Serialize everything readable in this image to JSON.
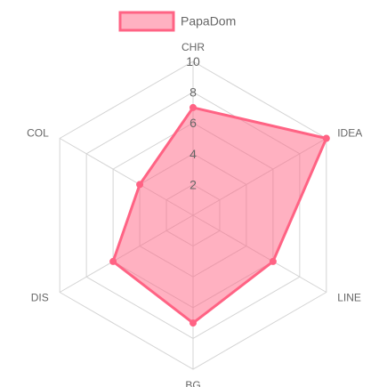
{
  "chart_data": {
    "type": "radar",
    "legend": {
      "placement": "top",
      "entries": [
        "PapaDom"
      ]
    },
    "axes": [
      "CHR",
      "IDEA",
      "LINE",
      "BG",
      "DIS",
      "COL"
    ],
    "r_range": [
      0,
      10
    ],
    "ticks": [
      "2",
      "4",
      "6",
      "8",
      "10"
    ],
    "grid": true,
    "series": [
      {
        "name": "PapaDom",
        "values": [
          7,
          10,
          6,
          7,
          6,
          4
        ],
        "color": "#ff6384",
        "fill": "rgba(255,99,132,0.5)"
      }
    ]
  }
}
